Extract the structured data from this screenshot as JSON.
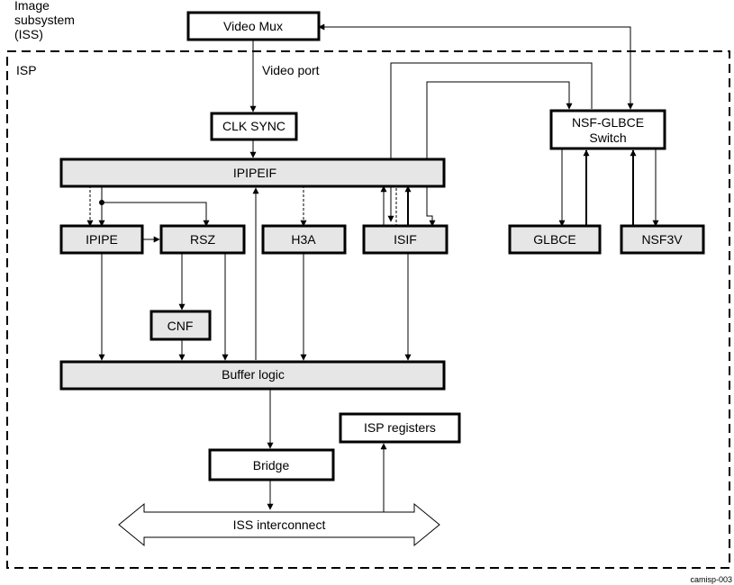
{
  "outer_label": [
    "Image",
    "subsystem",
    "(ISS)"
  ],
  "isp_label": "ISP",
  "video_port_label": "Video port",
  "blocks": {
    "video_mux": "Video Mux",
    "clk_sync": "CLK SYNC",
    "ipipeif": "IPIPEIF",
    "ipipe": "IPIPE",
    "rsz": "RSZ",
    "h3a": "H3A",
    "isif": "ISIF",
    "cnf": "CNF",
    "buffer_logic": "Buffer logic",
    "bridge": "Bridge",
    "isp_registers": "ISP registers",
    "nsf_glbce_switch": [
      "NSF-GLBCE",
      "Switch"
    ],
    "glbce": "GLBCE",
    "nsf3v": "NSF3V",
    "iss_interconnect": "ISS interconnect"
  },
  "figure_id": "camisp-003",
  "colors": {
    "block_fill": "#e6e6e6",
    "white_fill": "#ffffff",
    "line": "#000000"
  }
}
